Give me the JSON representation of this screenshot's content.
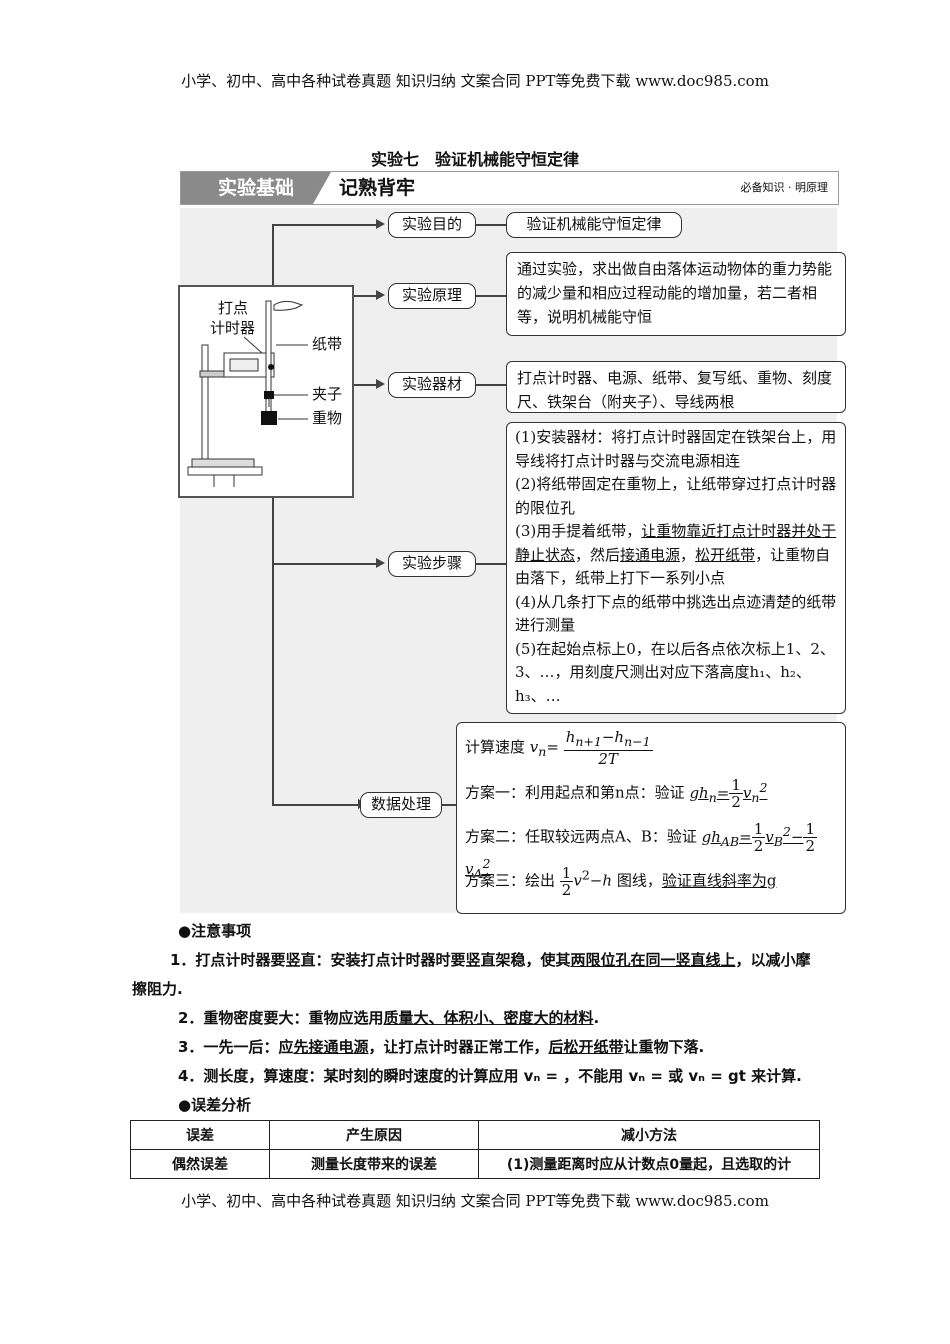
{
  "header": "小学、初中、高中各种试卷真题  知识归纳  文案合同  PPT等免费下载     www.doc985.com",
  "footer": "小学、初中、高中各种试卷真题  知识归纳  文案合同  PPT等免费下载     www.doc985.com",
  "title": "实验七　验证机械能守恒定律",
  "banner": {
    "dark": "实验基础",
    "sub": "记熟背牢",
    "right": "必备知识 · 明原理"
  },
  "figure": {
    "label_timer_1": "打点",
    "label_timer_2": "计时器",
    "label_tape": "纸带",
    "label_clip": "夹子",
    "label_weight": "重物"
  },
  "nodes": {
    "purpose": "实验目的",
    "principle": "实验原理",
    "equipment": "实验器材",
    "steps": "实验步骤",
    "data": "数据处理"
  },
  "boxes": {
    "purpose": "验证机械能守恒定律",
    "principle": "通过实验，求出做自由落体运动物体的重力势能的减少量和相应过程动能的增加量，若二者相等，说明机械能守恒",
    "equipment": "打点计时器、电源、纸带、复写纸、重物、刻度尺、铁架台（附夹子）、导线两根",
    "steps": {
      "s1": "(1)安装器材：将打点计时器固定在铁架台上，用导线将打点计时器与交流电源相连",
      "s2": "(2)将纸带固定在重物上，让纸带穿过打点计时器的限位孔",
      "s3a": "(3)用手提着纸带，",
      "s3u": "让重物靠近打点计时器并处于静止状态",
      "s3b": "，然后",
      "s3u2": "接通电源",
      "s3c": "，",
      "s3u3": "松开纸带",
      "s3d": "，让重物自由落下，纸带上打下一系列小点",
      "s4": "(4)从几条打下点的纸带中挑选出点迹清楚的纸带进行测量",
      "s5": "(5)在起始点标上0，在以后各点依次标上1、2、3、…，用刻度尺测出对应下落高度h₁、h₂、h₃、…"
    },
    "data": {
      "speed": "计算速度",
      "plan1": "方案一：利用起点和第n点：验证",
      "plan2": "方案二：任取较远两点A、B：验证",
      "plan3a": "方案三：绘出",
      "plan3b": "图线，",
      "plan3u": "验证直线斜率为g"
    }
  },
  "notes": {
    "heading1": "●注意事项",
    "n1a": "1．打点计时器要竖直：安装打点计时器时要竖直架稳，使其",
    "n1u": "两限位孔在同一竖直线上",
    "n1b": "，以减小摩擦阻力.",
    "n2a": "2．重物密度要大：重物应选用",
    "n2u": "质量大、体积小、密度大的材料",
    "n2b": ".",
    "n3a": "3．一先一后：应",
    "n3u": "先接通电源",
    "n3b": "，让打点计时器正常工作，",
    "n3u2": "后松开纸带",
    "n3c": "让重物下落.",
    "n4a": "4．测长度，算速度：某时刻的瞬时速度的计算应用 vₙ = ，不能用 vₙ = ",
    "n4b": "或 vₙ = gt 来计算.",
    "heading2": "●误差分析"
  },
  "table": {
    "headers": [
      "误差",
      "产生原因",
      "减小方法"
    ],
    "rows": [
      [
        "偶然误差",
        "测量长度带来的误差",
        "(1)测量距离时应从计数点0量起，且选取的计"
      ]
    ]
  }
}
